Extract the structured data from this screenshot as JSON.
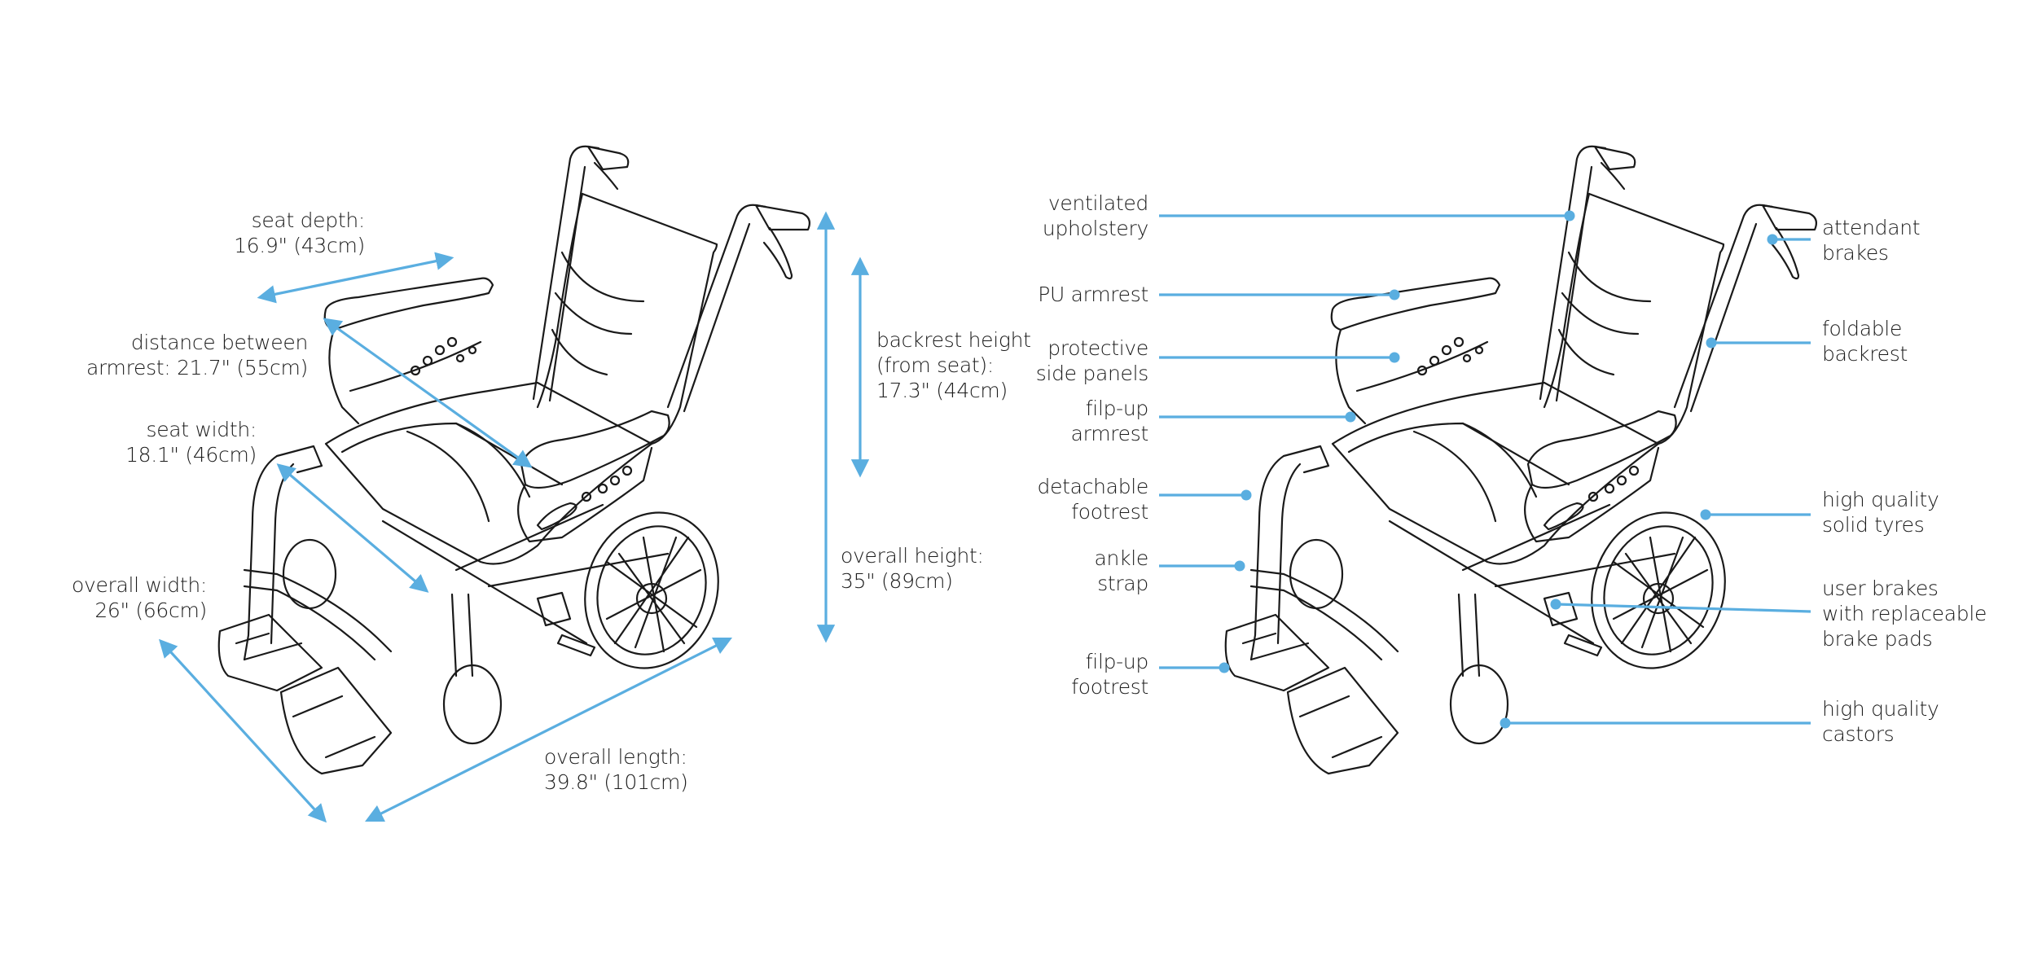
{
  "colors": {
    "accent": "#5aaee0",
    "outline": "#1a1a1a",
    "background": "#ffffff"
  },
  "dimensions_view": {
    "title_hidden": "wheelchair dimensions",
    "labels": {
      "seat_depth": {
        "line1": "seat depth:",
        "line2": "16.9\" (43cm)"
      },
      "distance_between": {
        "line1": "distance between",
        "line2": "armrest: 21.7\" (55cm)"
      },
      "seat_width": {
        "line1": "seat width:",
        "line2": "18.1\" (46cm)"
      },
      "overall_width": {
        "line1": "overall width:",
        "line2": "26\" (66cm)"
      },
      "overall_length": {
        "line1": "overall length:",
        "line2": "39.8\" (101cm)"
      },
      "backrest_height": {
        "line1": "backrest height",
        "line2": "(from seat):",
        "line3": "17.3\" (44cm)"
      },
      "overall_height": {
        "line1": "overall height:",
        "line2": "35\" (89cm)"
      }
    }
  },
  "features_view": {
    "left_labels": [
      {
        "line1": "ventilated",
        "line2": "upholstery"
      },
      {
        "line1": "PU armrest",
        "line2": ""
      },
      {
        "line1": "protective",
        "line2": "side panels"
      },
      {
        "line1": "filp-up",
        "line2": "armrest"
      },
      {
        "line1": "detachable",
        "line2": "footrest"
      },
      {
        "line1": "ankle",
        "line2": "strap"
      },
      {
        "line1": "filp-up",
        "line2": "footrest"
      }
    ],
    "right_labels": [
      {
        "line1": "attendant",
        "line2": "brakes",
        "line3": ""
      },
      {
        "line1": "foldable",
        "line2": "backrest",
        "line3": ""
      },
      {
        "line1": "high quality",
        "line2": "solid tyres",
        "line3": ""
      },
      {
        "line1": "user brakes",
        "line2": "with replaceable",
        "line3": "brake pads"
      },
      {
        "line1": "high quality",
        "line2": "castors",
        "line3": ""
      }
    ]
  }
}
